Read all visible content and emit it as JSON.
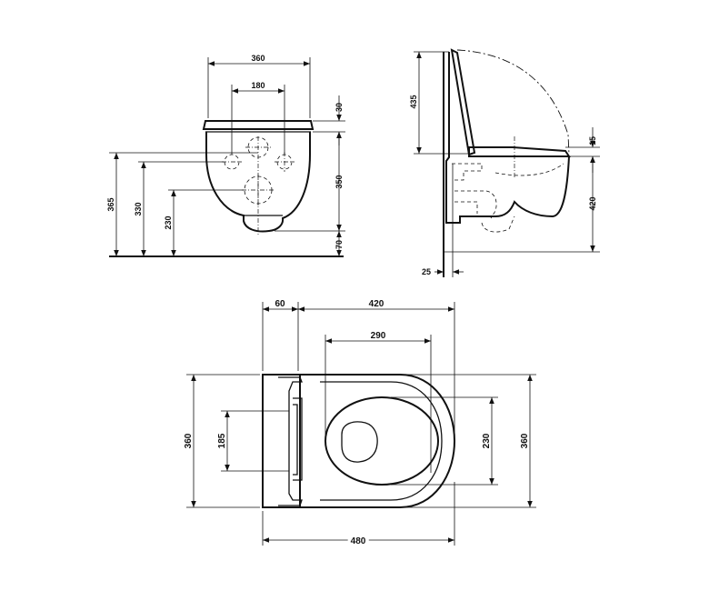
{
  "front_view": {
    "dims": {
      "overall_width": "360",
      "bolt_spacing": "180",
      "seat_height": "30",
      "body_height": "350",
      "bottom_clearance": "70",
      "height_a": "365",
      "height_b": "330",
      "height_c": "230"
    }
  },
  "side_view": {
    "dims": {
      "lid_height": "435",
      "seat_thickness": "15",
      "rim_height": "420",
      "wall_offset": "25"
    }
  },
  "top_view": {
    "dims": {
      "rear_depth": "60",
      "bowl_depth": "420",
      "opening_length": "290",
      "overall_width": "360",
      "hinge_width": "185",
      "opening_width": "230",
      "overall_width_right": "360",
      "overall_length": "480"
    }
  }
}
